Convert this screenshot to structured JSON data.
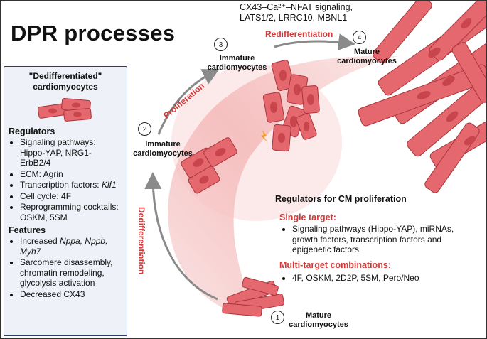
{
  "title": "DPR processes",
  "panel": {
    "title": "\"Dedifferentiated\" cardiomyocytes",
    "regulators_heading": "Regulators",
    "regulators": [
      {
        "text": "Signaling pathways: Hippo-YAP, NRG1-ErbB2/4"
      },
      {
        "text": "ECM: Agrin"
      },
      {
        "text": "Transcription factors: ",
        "italic": "Klf1"
      },
      {
        "text": "Cell cycle: 4F"
      },
      {
        "text": "Reprogramming cocktails: OSKM, 5SM"
      }
    ],
    "features_heading": "Features",
    "features": [
      {
        "text": "Increased ",
        "italic": "Nppa, Nppb, Myh7"
      },
      {
        "text": "Sarcomere disassembly, chromatin remodeling, glycolysis activation"
      },
      {
        "text": "Decreased CX43"
      }
    ]
  },
  "steps": [
    {
      "num": "1",
      "label": "Mature cardiomyocytes"
    },
    {
      "num": "2",
      "label": "Immature cardiomyocytes"
    },
    {
      "num": "3",
      "label": "Immature cardiomyocytes"
    },
    {
      "num": "4",
      "label": "Mature cardiomyocytes"
    }
  ],
  "arrows": {
    "dedifferentiation": "Dedifferentiation",
    "proliferation": "Proliferation",
    "redifferentiation": "Redifferentiation"
  },
  "redifferentiation_regulators": "CX43–Ca²⁺–NFAT signaling, LATS1/2, LRRC10, MBNL1",
  "cm_proliferation": {
    "heading": "Regulators for CM proliferation",
    "single_target_heading": "Single target:",
    "single_target_items": [
      "Signaling pathways (Hippo-YAP), miRNAs,  growth factors, transcription factors and epigenetic factors"
    ],
    "multi_target_heading": "Multi-target combinations:",
    "multi_target_items": [
      "4F, OSKM, 2D2P, 5SM, Pero/Neo"
    ]
  },
  "colors": {
    "cell_fill": "#e4686e",
    "cell_stroke": "#a8353b",
    "nucleus": "#c8454c",
    "accent_red": "#d23a3a",
    "panel_bg": "#eef2f8",
    "panel_border": "#2c3e63",
    "arrow_grey": "#8a8a8a",
    "gradient_pink": "#f4b7b7"
  }
}
